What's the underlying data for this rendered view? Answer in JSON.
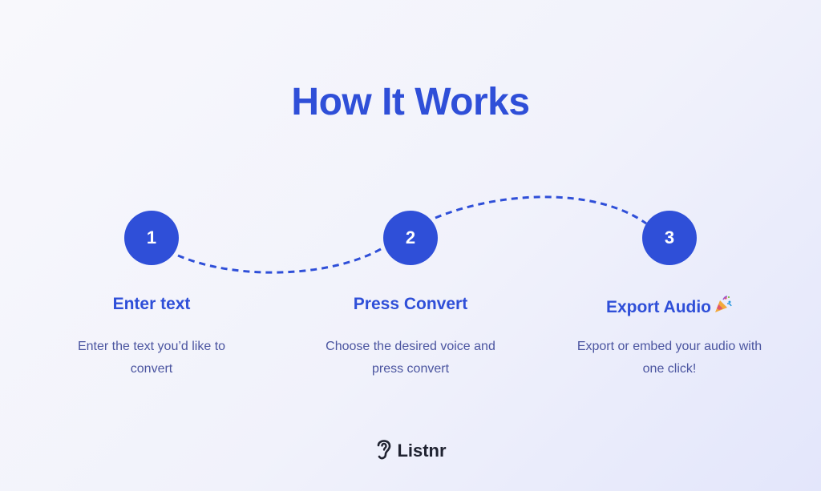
{
  "title": "How It Works",
  "accent_color": "#2f4fd8",
  "steps": [
    {
      "number": "1",
      "title": "Enter text",
      "description": "Enter the text you’d like to convert"
    },
    {
      "number": "2",
      "title": "Press Convert",
      "description": "Choose the desired voice and press convert"
    },
    {
      "number": "3",
      "title": "Export Audio",
      "title_icon": "party-popper-icon",
      "description": "Export or embed your audio with one click!"
    }
  ],
  "brand": {
    "name": "Listnr",
    "logo_icon": "ear-icon"
  }
}
